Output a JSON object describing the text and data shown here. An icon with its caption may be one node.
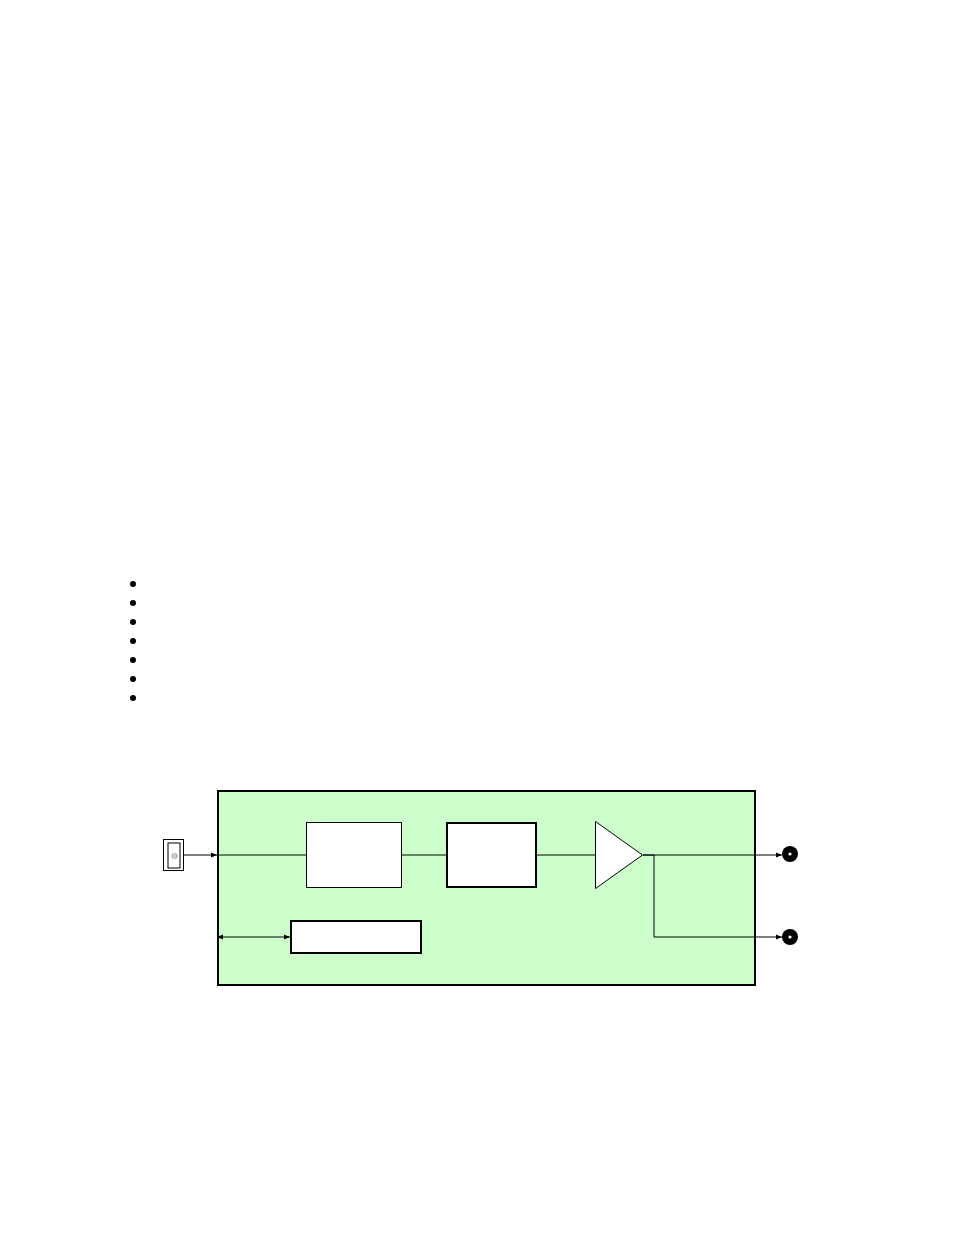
{
  "diagram": {
    "nodes": [
      {
        "text": [],
        "shape": "box"
      },
      {
        "text": [],
        "shape": "box"
      },
      {
        "text": [],
        "shape": "box",
        "in": 0
      },
      {
        "text": [],
        "shape": "box",
        "in": 0
      },
      {
        "text": [],
        "shape": "triangle",
        "in": 0
      },
      {
        "text": [],
        "shape": "box",
        "in": 0
      },
      {
        "text": [],
        "shape": "circle"
      },
      {
        "text": [],
        "shape": "circle"
      }
    ],
    "edges": [
      {
        "from": 1,
        "to": 0,
        "arrow": "to"
      },
      {
        "from": 0,
        "to": 2,
        "arrow": "none"
      },
      {
        "from": 2,
        "to": 3,
        "arrow": "none"
      },
      {
        "from": 3,
        "to": 4,
        "arrow": "none"
      },
      {
        "from": 4,
        "to": 6,
        "arrow": "to"
      },
      {
        "from": 4,
        "to": 7,
        "arrow": "to"
      },
      {
        "from": 0,
        "to": 5,
        "arrow": "both"
      }
    ]
  }
}
